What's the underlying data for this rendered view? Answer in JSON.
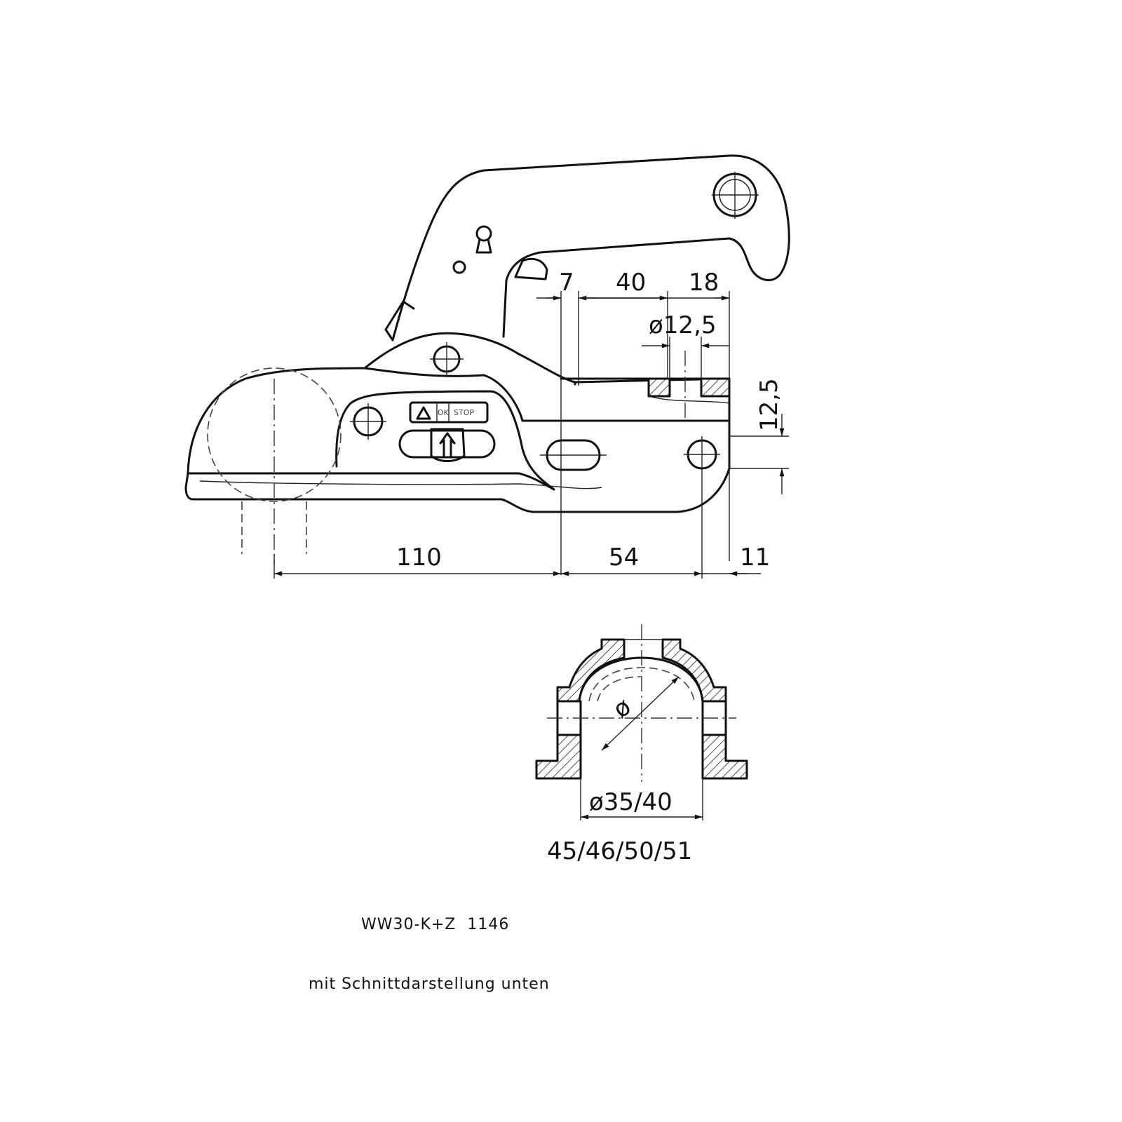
{
  "drawing": {
    "title": "WW30-K+Z  1146",
    "subtitle": "mit Schnittdarstellung unten",
    "label_plate": {
      "ok": "OK",
      "stop": "STOP"
    },
    "dimensions": {
      "d7": "7",
      "d40": "40",
      "d18": "18",
      "hole_dia": "ø12,5",
      "vertical": "12,5",
      "d110": "110",
      "d54": "54",
      "d11": "11"
    },
    "section": {
      "dia_symbol": "ø",
      "bore": "ø35/40",
      "sizes": "45/46/50/51"
    }
  }
}
